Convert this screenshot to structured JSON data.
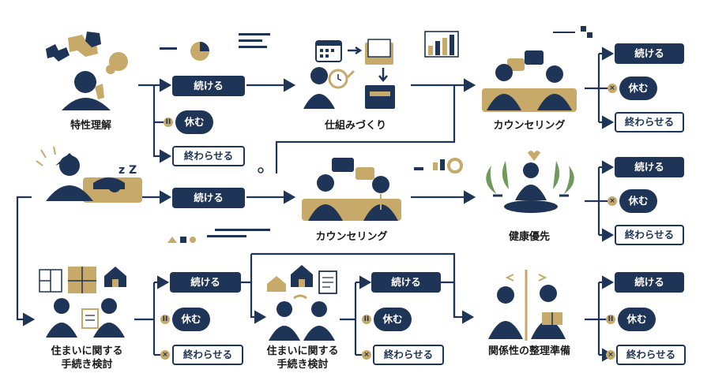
{
  "colors": {
    "navy": "#1e3557",
    "gold": "#c7a96a",
    "green": "#6f9a5c",
    "skin": "#e8d6b0"
  },
  "stages": {
    "s1": "特性理解",
    "s2": "仕組みづくり",
    "s3": "カウンセリング",
    "s4": "カウンセリング",
    "s5": "健康優先",
    "s6": "住まいに関する",
    "s6b": "手続き検討",
    "s7": "住まいに関する",
    "s7b": "手続き検討",
    "s8": "関係性の整理準備"
  },
  "options": {
    "continue": "続ける",
    "rest": "休む",
    "finish": "終わらせる"
  },
  "icons": {
    "pause": "pause-icon",
    "cancel": "cross-icon"
  }
}
